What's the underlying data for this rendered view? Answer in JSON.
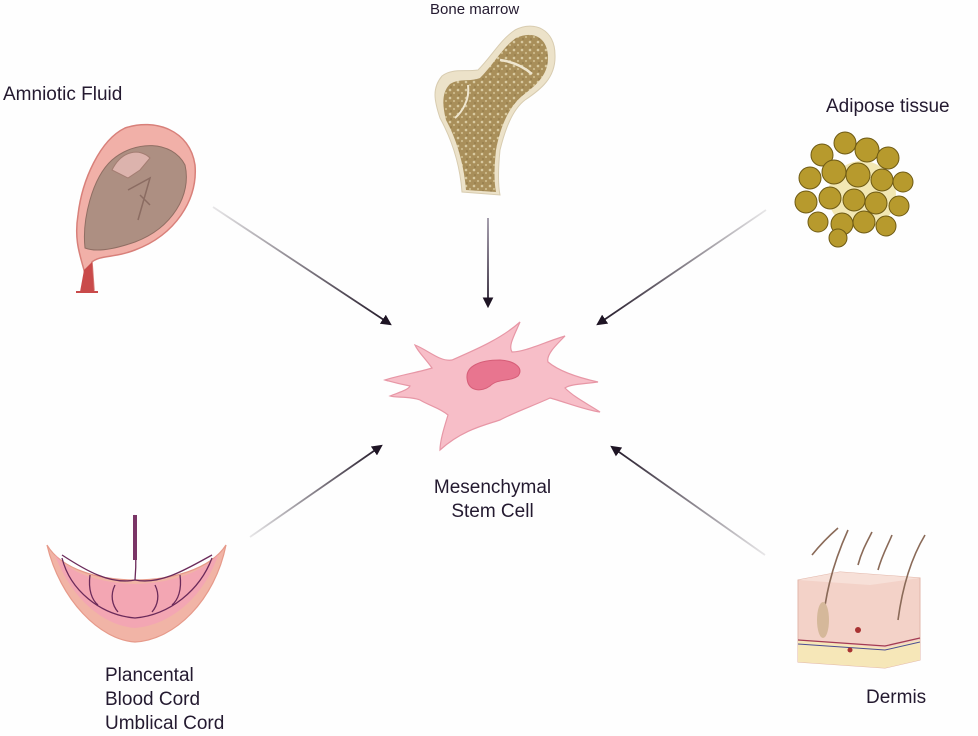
{
  "title": "Sources of Mesenchymal Stem Cells",
  "center": {
    "label_line1": "Mesenchymal",
    "label_line2": "Stem Cell",
    "icon": "mesenchymal-stem-cell-icon",
    "color": "#f6b8c3",
    "nucleus_color": "#e8758f"
  },
  "sources": [
    {
      "id": "amniotic-fluid",
      "label": "Amniotic Fluid",
      "icon": "uterus-fetus-icon"
    },
    {
      "id": "bone-marrow",
      "label": "Bone marrow",
      "icon": "femur-bone-icon"
    },
    {
      "id": "adipose-tissue",
      "label": "Adipose tissue",
      "icon": "fat-cells-icon"
    },
    {
      "id": "placenta",
      "label_lines": [
        "Plancental",
        "Blood Cord",
        "Umblical Cord"
      ],
      "icon": "placenta-icon"
    },
    {
      "id": "dermis",
      "label": "Dermis",
      "icon": "skin-cross-section-icon"
    }
  ],
  "arrows": [
    {
      "from": "amniotic-fluid",
      "to": "center"
    },
    {
      "from": "bone-marrow",
      "to": "center"
    },
    {
      "from": "adipose-tissue",
      "to": "center"
    },
    {
      "from": "placenta",
      "to": "center"
    },
    {
      "from": "dermis",
      "to": "center"
    }
  ],
  "colors": {
    "arrow": "#1e1424",
    "bone": "#a88f5f",
    "fat": "#b89a2c",
    "placenta": "#f0a3ac",
    "vessel": "#6b2a5a",
    "skin": "#f3cfc4"
  }
}
